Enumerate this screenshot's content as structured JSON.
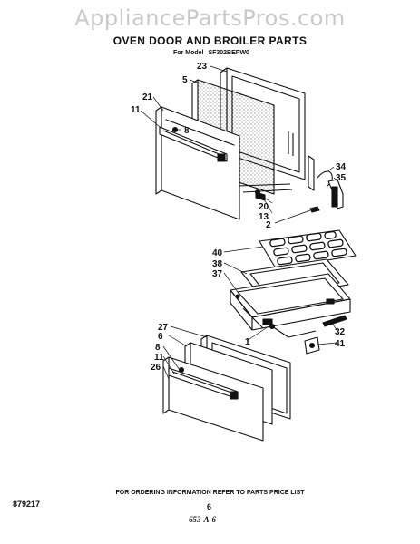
{
  "watermark": "AppliancePartsPros.com",
  "header": {
    "title": "OVEN DOOR AND BROILER PARTS",
    "model_label": "For Model",
    "model_number": "SF302BEPW0"
  },
  "callouts": [
    "23",
    "5",
    "21",
    "11",
    "8",
    "34",
    "35",
    "20",
    "13",
    "2",
    "40",
    "38",
    "37",
    "32",
    "1",
    "41",
    "27",
    "6",
    "8",
    "11",
    "26"
  ],
  "footer": {
    "ordering_info": "FOR ORDERING INFORMATION REFER TO PARTS PRICE LIST",
    "catalog_code": "879217",
    "page_number": "6",
    "handwritten_note": "653-A-6"
  }
}
